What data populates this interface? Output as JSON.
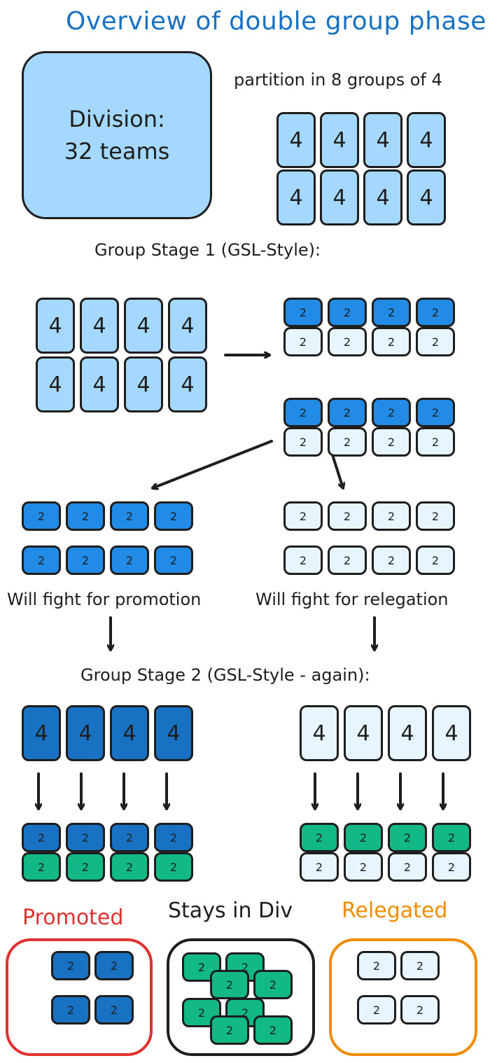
{
  "title": "Overview of double group phase",
  "division": {
    "line1": "Division:",
    "line2": "32 teams"
  },
  "partition_label": "partition in 8 groups of 4",
  "stage1": {
    "label": "Group Stage 1 (GSL-Style):"
  },
  "group_value_4": "4",
  "group_value_2": "2",
  "promotion_label": "Will fight for promotion",
  "relegation_label": "Will fight for relegation",
  "stage2": {
    "label": "Group Stage 2 (GSL-Style - again):"
  },
  "outcomes": {
    "promoted": "Promoted",
    "stays": "Stays in Div",
    "relegated": "Relegated"
  },
  "colors": {
    "title": "#1971c2",
    "light_blue": "#a5d8ff",
    "mid_blue": "#228be6",
    "dark_blue": "#1971c2",
    "pale_blue": "#e7f5ff",
    "green": "#12b886",
    "promoted": "#e03131",
    "relegated": "#f08c00"
  }
}
